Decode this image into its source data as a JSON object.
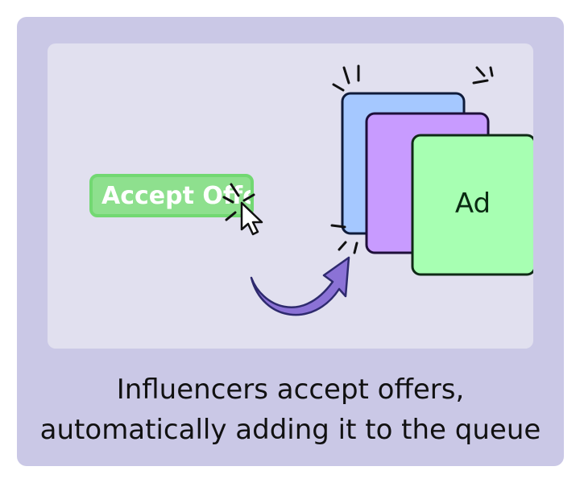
{
  "button": {
    "label": "Accept Offer"
  },
  "card_label": "Ad",
  "caption": {
    "line1": "Influencers accept offers,",
    "line2": "automatically adding it to the queue"
  },
  "icons": [
    "cursor-pointer-icon",
    "click-spark-icon",
    "curved-arrow-icon",
    "sparkle-icon"
  ],
  "colors": {
    "outer_background": "#cac8e6",
    "inner_background": "#e1e0ef",
    "button_green": "#8ee08e",
    "card_blue": "#a5c8ff",
    "card_purple": "#c89bff",
    "card_green": "#a7ffb2",
    "arrow_purple": "#8b72d6"
  }
}
